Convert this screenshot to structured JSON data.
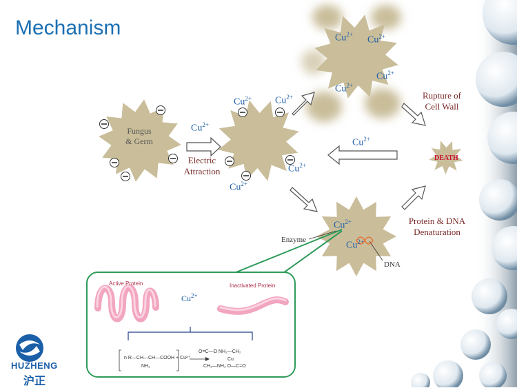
{
  "title": "Mechanism",
  "germ": {
    "line1": "Fungus",
    "line2": "& Germ"
  },
  "ions": {
    "cu": "Cu",
    "charge": "2+"
  },
  "labels": {
    "electric_line1": "Electric",
    "electric_line2": "Attraction",
    "rupture_line1": "Rupture of",
    "rupture_line2": "Cell Wall",
    "protein_line1": "Protein & DNA",
    "protein_line2": "Denaturation",
    "death": "DEATH",
    "enzyme": "Enzyme",
    "dna": "DNA"
  },
  "inset": {
    "active_protein": "Active Protein",
    "inactivated_protein": "Inactivated Protein",
    "formula_left": "n  R—CH—CH—COOH  + Cu²⁺",
    "formula_nh2": "NH₂",
    "formula_right1": "O=C—O        NH₂—CH₂",
    "formula_right2": "CH₂—NH₂       O—C=O",
    "formula_cu": "Cu"
  },
  "brand": {
    "name": "HUZHENG",
    "cn": "沪正"
  },
  "colors": {
    "title": "#1b6fb3",
    "cell": "#c9bd9a",
    "ion": "#1f5fa8",
    "caption": "#7a2a2a",
    "death": "#c8102e",
    "inset_border": "#2e9a5a",
    "protein": "#f2a5c0"
  }
}
